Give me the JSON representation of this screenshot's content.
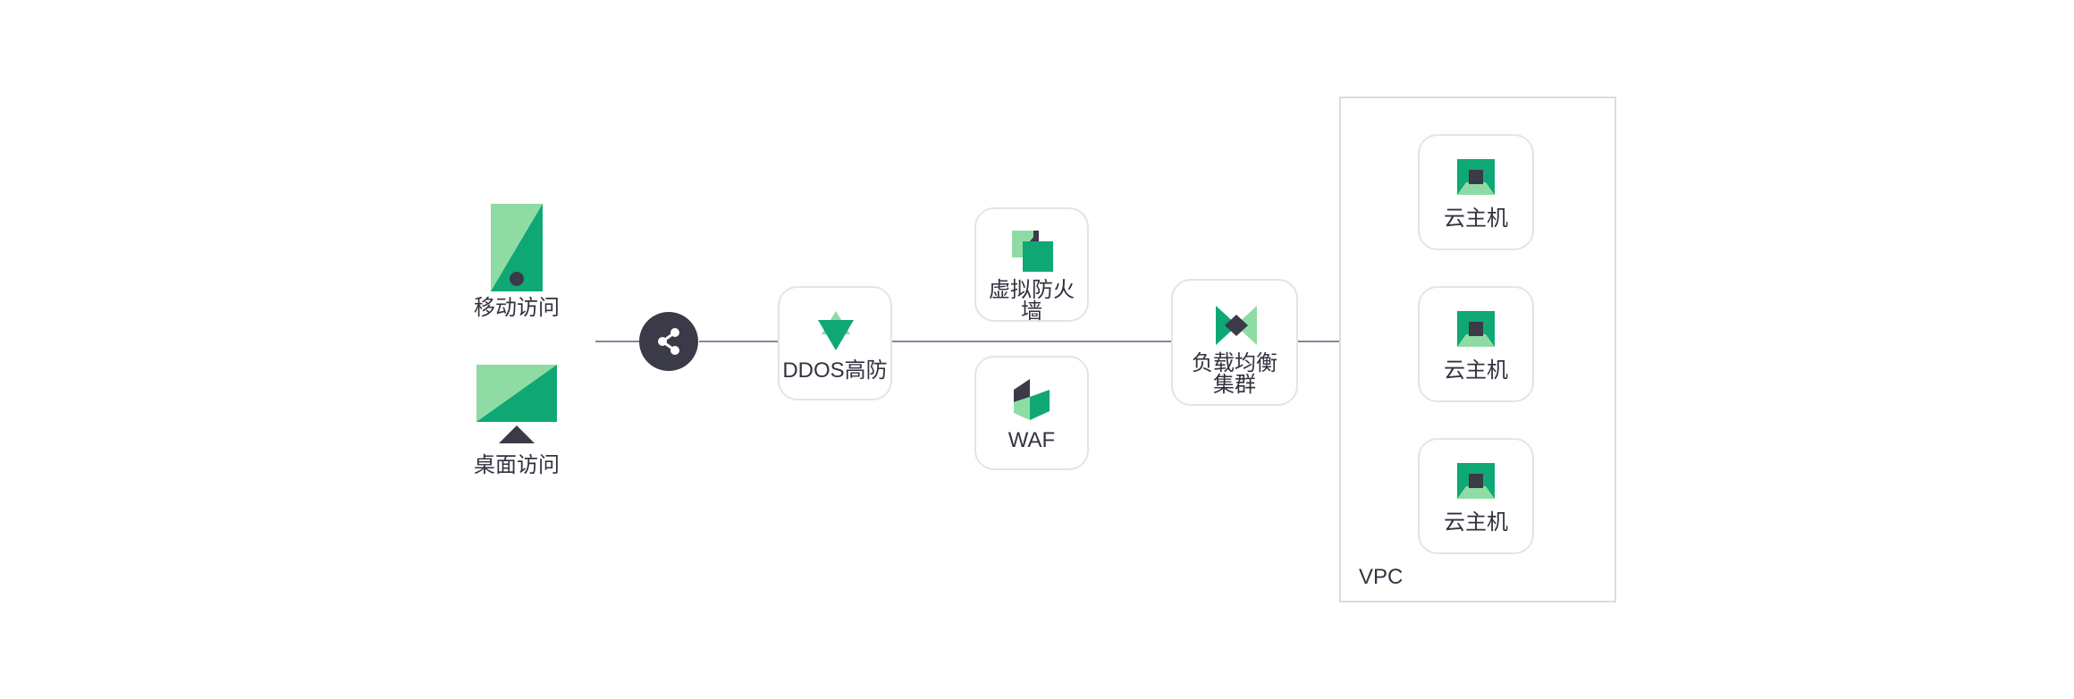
{
  "clients": {
    "mobile_label": "移动访问",
    "desktop_label": "桌面访问"
  },
  "nodes": {
    "ddos_label": "DDOS高防",
    "firewall_label_line1": "虚拟防火",
    "firewall_label_line2": "墙",
    "waf_label": "WAF",
    "lb_label_line1": "负载均衡",
    "lb_label_line2": "集群"
  },
  "vpc": {
    "label": "VPC",
    "hosts": [
      {
        "label": "云主机"
      },
      {
        "label": "云主机"
      },
      {
        "label": "云主机"
      }
    ]
  },
  "colors": {
    "green_dark": "#0fa874",
    "green_light": "#8edca4",
    "slate": "#3a3a48",
    "line": "#7a8a9a"
  },
  "icons": [
    "mobile-icon",
    "desktop-icon",
    "share-icon",
    "ddos-icon",
    "firewall-icon",
    "waf-icon",
    "load-balancer-icon",
    "cloud-host-icon"
  ]
}
